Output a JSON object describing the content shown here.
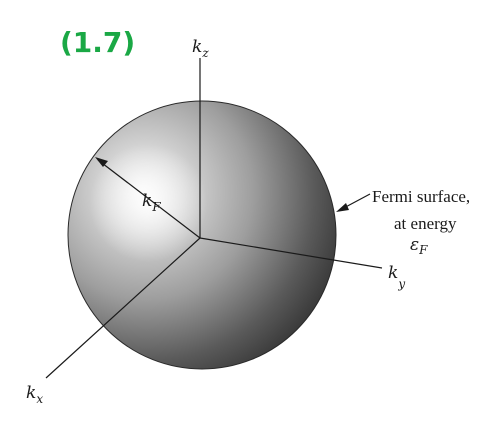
{
  "annotation": {
    "equation_ref": "(1.7)",
    "color": "#1aa845"
  },
  "axes": {
    "kz": {
      "base": "k",
      "sub": "z"
    },
    "ky": {
      "base": "k",
      "sub": "y"
    },
    "kx": {
      "base": "k",
      "sub": "x"
    }
  },
  "radius_label": {
    "base": "k",
    "sub": "F"
  },
  "callout": {
    "line1": "Fermi surface,",
    "line2": "at energy",
    "symbol": {
      "base": "ε",
      "sub": "F"
    }
  },
  "colors": {
    "sphere_highlight": "#f2f2f2",
    "sphere_mid": "#a8a8a8",
    "sphere_shadow": "#3c3c3c",
    "ink": "#1a1a1a"
  }
}
